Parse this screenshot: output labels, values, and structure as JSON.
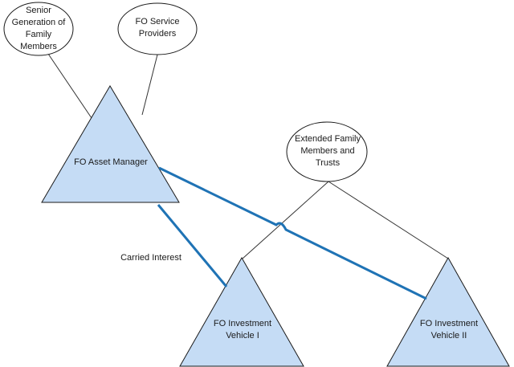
{
  "nodes": {
    "senior_generation": {
      "lines": [
        "Senior",
        "Generation of",
        "Family",
        "Members"
      ]
    },
    "fo_service_providers": {
      "lines": [
        "FO Service",
        "Providers"
      ]
    },
    "fo_asset_manager": {
      "lines": [
        "FO Asset Manager"
      ]
    },
    "extended_family": {
      "lines": [
        "Extended Family",
        "Members and",
        "Trusts"
      ]
    },
    "fo_investment_vehicle_1": {
      "lines": [
        "FO Investment",
        "Vehicle I"
      ]
    },
    "fo_investment_vehicle_2": {
      "lines": [
        "FO Investment",
        "Vehicle II"
      ]
    }
  },
  "edge_labels": {
    "carried_interest": "Carried Interest"
  },
  "colors": {
    "triangle_fill": "#c5dcf5",
    "triangle_stroke": "#1a1a1a",
    "thin_line": "#333333",
    "thick_line": "#1f73b5",
    "ellipse_fill": "#ffffff"
  }
}
